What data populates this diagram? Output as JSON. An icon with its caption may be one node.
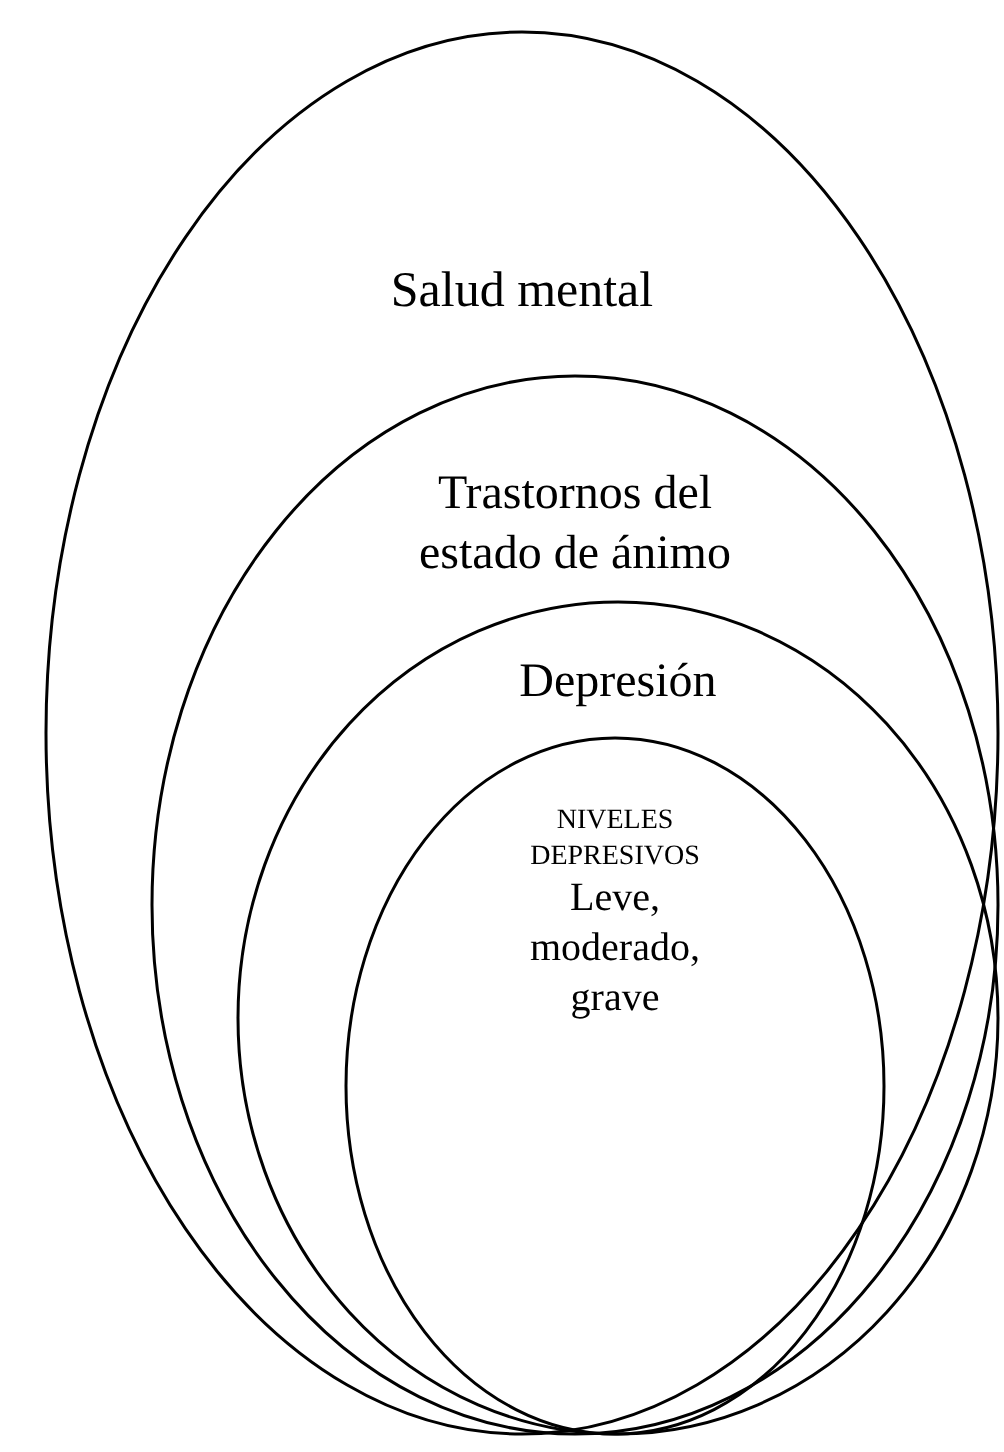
{
  "diagram": {
    "nodes": [
      {
        "text": [
          "Salud mental"
        ]
      },
      {
        "text": [
          "Trastornos del estado de ánimo"
        ],
        "in": 0
      },
      {
        "text": [
          "Depresión"
        ],
        "in": 1
      },
      {
        "text": [
          "NIVELES DEPRESIVOS",
          "Leve, moderado, grave"
        ],
        "in": 2
      }
    ],
    "edges": []
  }
}
